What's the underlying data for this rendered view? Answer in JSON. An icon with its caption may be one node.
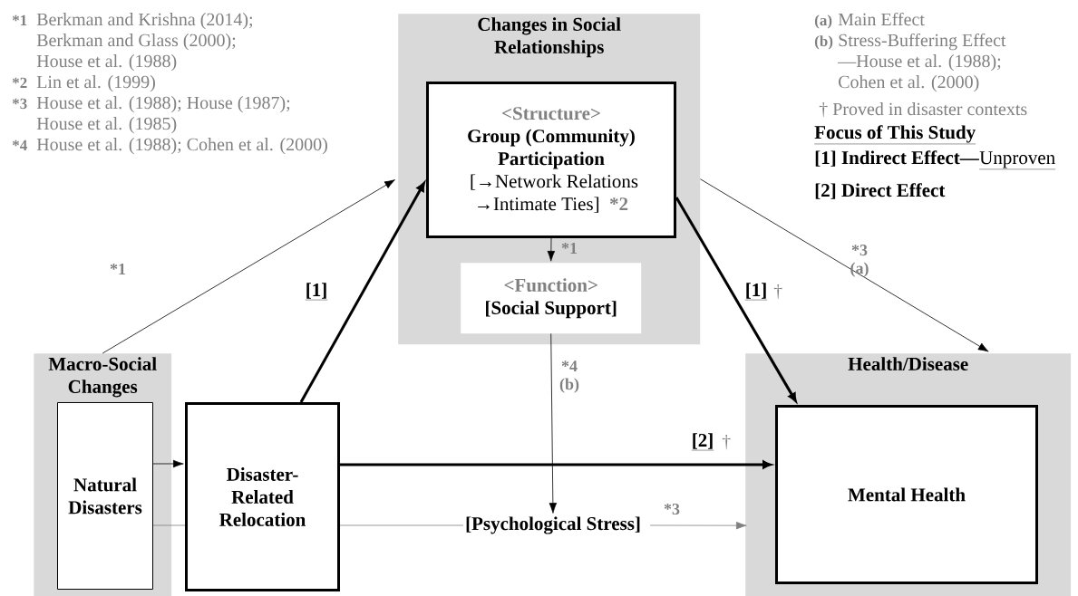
{
  "diagram": {
    "nodes": [
      {
        "text": [
          "Macro-Social Changes"
        ]
      },
      {
        "text": [
          "Natural Disasters"
        ],
        "in": 0
      },
      {
        "text": [
          "Disaster-Related Relocation"
        ]
      },
      {
        "text": [
          "Changes in Social Relationships"
        ]
      },
      {
        "text": [
          "<Structure>",
          "Group (Community) Participation",
          "[→Network Relations →Intimate Ties]",
          "*2"
        ],
        "in": 3
      },
      {
        "text": [
          "<Function>",
          "[Social Support]"
        ],
        "in": 3
      },
      {
        "text": [
          "[Psychological Stress]"
        ]
      },
      {
        "text": [
          "Health/Disease"
        ]
      },
      {
        "text": [
          "Mental Health"
        ],
        "in": 7
      }
    ],
    "edges": [
      {
        "from": 0,
        "to": 3,
        "arrow": "to",
        "label": "*1"
      },
      {
        "from": 2,
        "to": 4,
        "arrow": "to",
        "style": "thick",
        "label": "[1]"
      },
      {
        "from": 4,
        "to": 8,
        "arrow": "to",
        "style": "thick",
        "label": "[1]"
      },
      {
        "from": 3,
        "to": 7,
        "arrow": "to",
        "label": "*3 (a)"
      },
      {
        "from": 4,
        "to": 5,
        "arrow": "to",
        "label": "*1"
      },
      {
        "from": 5,
        "to": 6,
        "arrow": "to",
        "label": "*4 (b)"
      },
      {
        "from": 1,
        "to": 2,
        "arrow": "to"
      },
      {
        "from": 1,
        "to": 2,
        "arrow": "none",
        "color": "#808080"
      },
      {
        "from": 2,
        "to": 6,
        "arrow": "none",
        "color": "#808080"
      },
      {
        "from": 6,
        "to": 7,
        "arrow": "to",
        "color": "#808080",
        "label": "*3"
      },
      {
        "from": 2,
        "to": 8,
        "arrow": "to",
        "style": "thick",
        "label": "[2]"
      }
    ],
    "labels": [
      "*1",
      "Berkman and Krishna (2014); Berkman and Glass (2000); House et al. (1988)",
      "*2",
      "Lin et al. (1999)",
      "*3",
      "House et al. (1988); House (1987); House et al. (1985)",
      "*4",
      "House et al. (1988); Cohen et al. (2000)",
      "(a)",
      "Main Effect",
      "(b)",
      "Stress-Buffering Effect —House et al. (1988); Cohen et al. (2000)",
      "† Proved in disaster contexts",
      "Focus of This Study",
      "[1] Indirect Effect—",
      "Unproven",
      "[2] Direct Effect",
      "†",
      "†"
    ]
  }
}
